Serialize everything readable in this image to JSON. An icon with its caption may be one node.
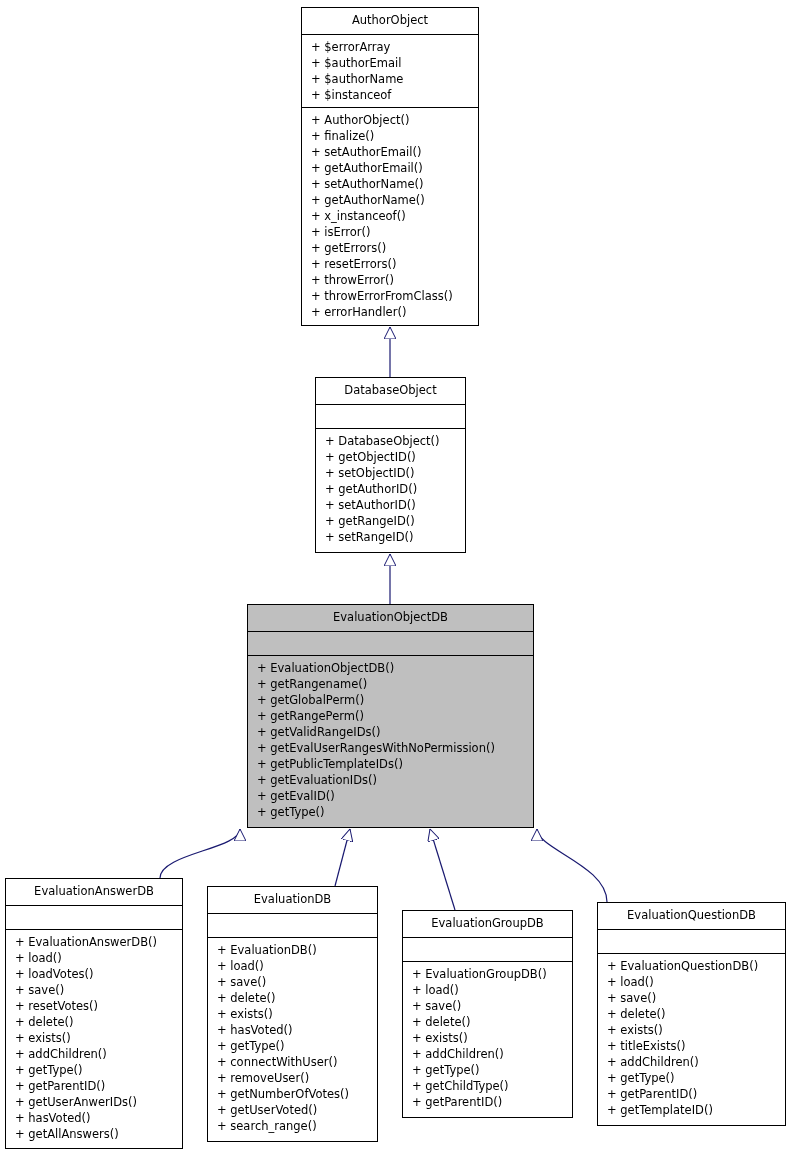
{
  "diagram": {
    "nodes": [
      {
        "text": [
          "AuthorObject"
        ]
      },
      {
        "text": [
          "+ $errorArray",
          "+ $authorEmail",
          "+ $authorName",
          "+ $instanceof"
        ],
        "in": 0
      },
      {
        "text": [
          "+ AuthorObject()",
          "+ finalize()",
          "+ setAuthorEmail()",
          "+ getAuthorEmail()",
          "+ setAuthorName()",
          "+ getAuthorName()",
          "+ x_instanceof()",
          "+ isError()",
          "+ getErrors()",
          "+ resetErrors()",
          "+ throwError()",
          "+ throwErrorFromClass()",
          "+ errorHandler()"
        ],
        "in": 0
      },
      {
        "text": [
          "DatabaseObject"
        ]
      },
      {
        "text": [],
        "shape": "box",
        "in": 3
      },
      {
        "text": [
          "+ DatabaseObject()",
          "+ getObjectID()",
          "+ setObjectID()",
          "+ getAuthorID()",
          "+ setAuthorID()",
          "+ getRangeID()",
          "+ setRangeID()"
        ],
        "in": 3
      },
      {
        "text": [
          "EvaluationObjectDB"
        ]
      },
      {
        "text": [],
        "shape": "box",
        "in": 6
      },
      {
        "text": [
          "+ EvaluationObjectDB()",
          "+ getRangename()",
          "+ getGlobalPerm()",
          "+ getRangePerm()",
          "+ getValidRangeIDs()",
          "+ getEvalUserRangesWithNoPermission()",
          "+ getPublicTemplateIDs()",
          "+ getEvaluationIDs()",
          "+ getEvalID()",
          "+ getType()"
        ],
        "in": 6
      },
      {
        "text": [
          "EvaluationAnswerDB"
        ]
      },
      {
        "text": [],
        "shape": "box",
        "in": 9
      },
      {
        "text": [
          "+ EvaluationAnswerDB()",
          "+ load()",
          "+ loadVotes()",
          "+ save()",
          "+ resetVotes()",
          "+ delete()",
          "+ exists()",
          "+ addChildren()",
          "+ getType()",
          "+ getParentID()",
          "+ getUserAnwerIDs()",
          "+ hasVoted()",
          "+ getAllAnswers()"
        ],
        "in": 9
      },
      {
        "text": [
          "EvaluationDB"
        ]
      },
      {
        "text": [],
        "shape": "box",
        "in": 12
      },
      {
        "text": [
          "+ EvaluationDB()",
          "+ load()",
          "+ save()",
          "+ delete()",
          "+ exists()",
          "+ hasVoted()",
          "+ getType()",
          "+ connectWithUser()",
          "+ removeUser()",
          "+ getNumberOfVotes()",
          "+ getUserVoted()",
          "+ search_range()"
        ],
        "in": 12
      },
      {
        "text": [
          "EvaluationGroupDB"
        ]
      },
      {
        "text": [],
        "shape": "box",
        "in": 15
      },
      {
        "text": [
          "+ EvaluationGroupDB()",
          "+ load()",
          "+ save()",
          "+ delete()",
          "+ exists()",
          "+ addChildren()",
          "+ getType()",
          "+ getChildType()",
          "+ getParentID()"
        ],
        "in": 15
      },
      {
        "text": [
          "EvaluationQuestionDB"
        ]
      },
      {
        "text": [],
        "shape": "box",
        "in": 18
      },
      {
        "text": [
          "+ EvaluationQuestionDB()",
          "+ load()",
          "+ save()",
          "+ delete()",
          "+ exists()",
          "+ titleExists()",
          "+ addChildren()",
          "+ getType()",
          "+ getParentID()",
          "+ getTemplateID()"
        ],
        "in": 18
      }
    ],
    "edges": [
      {
        "from": 3,
        "to": 0,
        "arrow": "to"
      },
      {
        "from": 6,
        "to": 3,
        "arrow": "to"
      },
      {
        "from": 9,
        "to": 6,
        "arrow": "to"
      },
      {
        "from": 12,
        "to": 6,
        "arrow": "to"
      },
      {
        "from": 15,
        "to": 6,
        "arrow": "to"
      },
      {
        "from": 18,
        "to": 6,
        "arrow": "to"
      }
    ]
  }
}
